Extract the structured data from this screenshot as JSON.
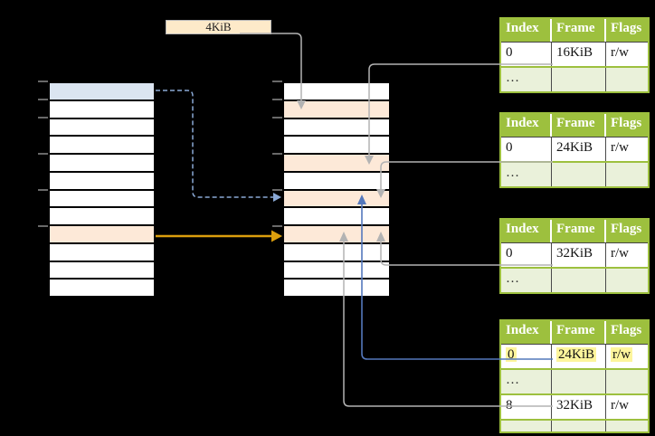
{
  "colors": {
    "header_green": "#9dc03e",
    "light_green_row": "#eaf1da",
    "peach": "#fde9d8",
    "light_blue": "#dbe5f1",
    "cream": "#fdeac9",
    "highlight_yellow": "#fdf59c",
    "gray_connector": "#b3b3b3",
    "blue_connector": "#5478bc",
    "dashed_blue_connector": "#8aa9d6",
    "orange_connector": "#db9e0d"
  },
  "size_label": {
    "text": "4KiB"
  },
  "virtual_memory": {
    "rows": [
      "blue",
      "white",
      "white",
      "white",
      "white",
      "white",
      "white",
      "white",
      "peach",
      "white",
      "white",
      "white"
    ]
  },
  "physical_memory": {
    "rows": [
      "white",
      "peach",
      "white",
      "white",
      "peach",
      "white",
      "peach",
      "white",
      "peach",
      "white",
      "white",
      "white"
    ]
  },
  "page_tables": [
    {
      "headers": [
        "Index",
        "Frame",
        "Flags"
      ],
      "rows": [
        {
          "cells": [
            "0",
            "16KiB",
            "r/w"
          ]
        },
        {
          "cells": [
            "…",
            "",
            ""
          ]
        }
      ]
    },
    {
      "headers": [
        "Index",
        "Frame",
        "Flags"
      ],
      "rows": [
        {
          "cells": [
            "0",
            "24KiB",
            "r/w"
          ]
        },
        {
          "cells": [
            "…",
            "",
            ""
          ]
        }
      ]
    },
    {
      "headers": [
        "Index",
        "Frame",
        "Flags"
      ],
      "rows": [
        {
          "cells": [
            "0",
            "32KiB",
            "r/w"
          ]
        },
        {
          "cells": [
            "…",
            "",
            ""
          ]
        }
      ]
    },
    {
      "headers": [
        "Index",
        "Frame",
        "Flags"
      ],
      "rows": [
        {
          "cells": [
            "0",
            "24KiB",
            "r/w"
          ],
          "highlight": true
        },
        {
          "cells": [
            "…",
            "",
            ""
          ]
        },
        {
          "cells": [
            "8",
            "32KiB",
            "r/w"
          ]
        },
        {
          "cells": [
            "…",
            "",
            ""
          ]
        }
      ]
    }
  ]
}
